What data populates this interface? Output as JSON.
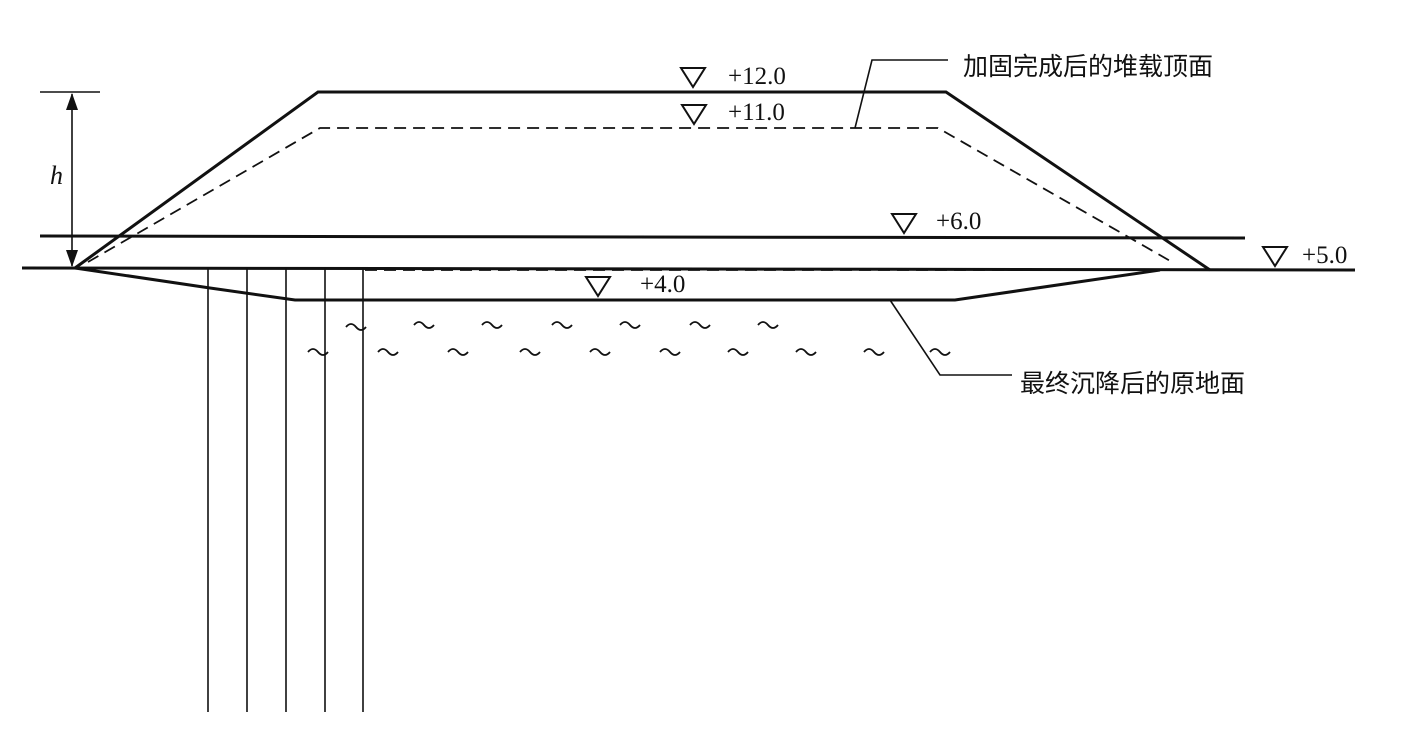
{
  "elevations": {
    "top_final": "+12.0",
    "top_initial": "+11.0",
    "fill_level": "+6.0",
    "original_ground": "+5.0",
    "settled_ground": "+4.0"
  },
  "annotations": {
    "final_surface": "加固完成后的堆载顶面",
    "settled_surface": "最终沉降后的原地面"
  },
  "dimension": {
    "height_symbol": "h"
  },
  "line_styles": {
    "solid": "#111111"
  }
}
